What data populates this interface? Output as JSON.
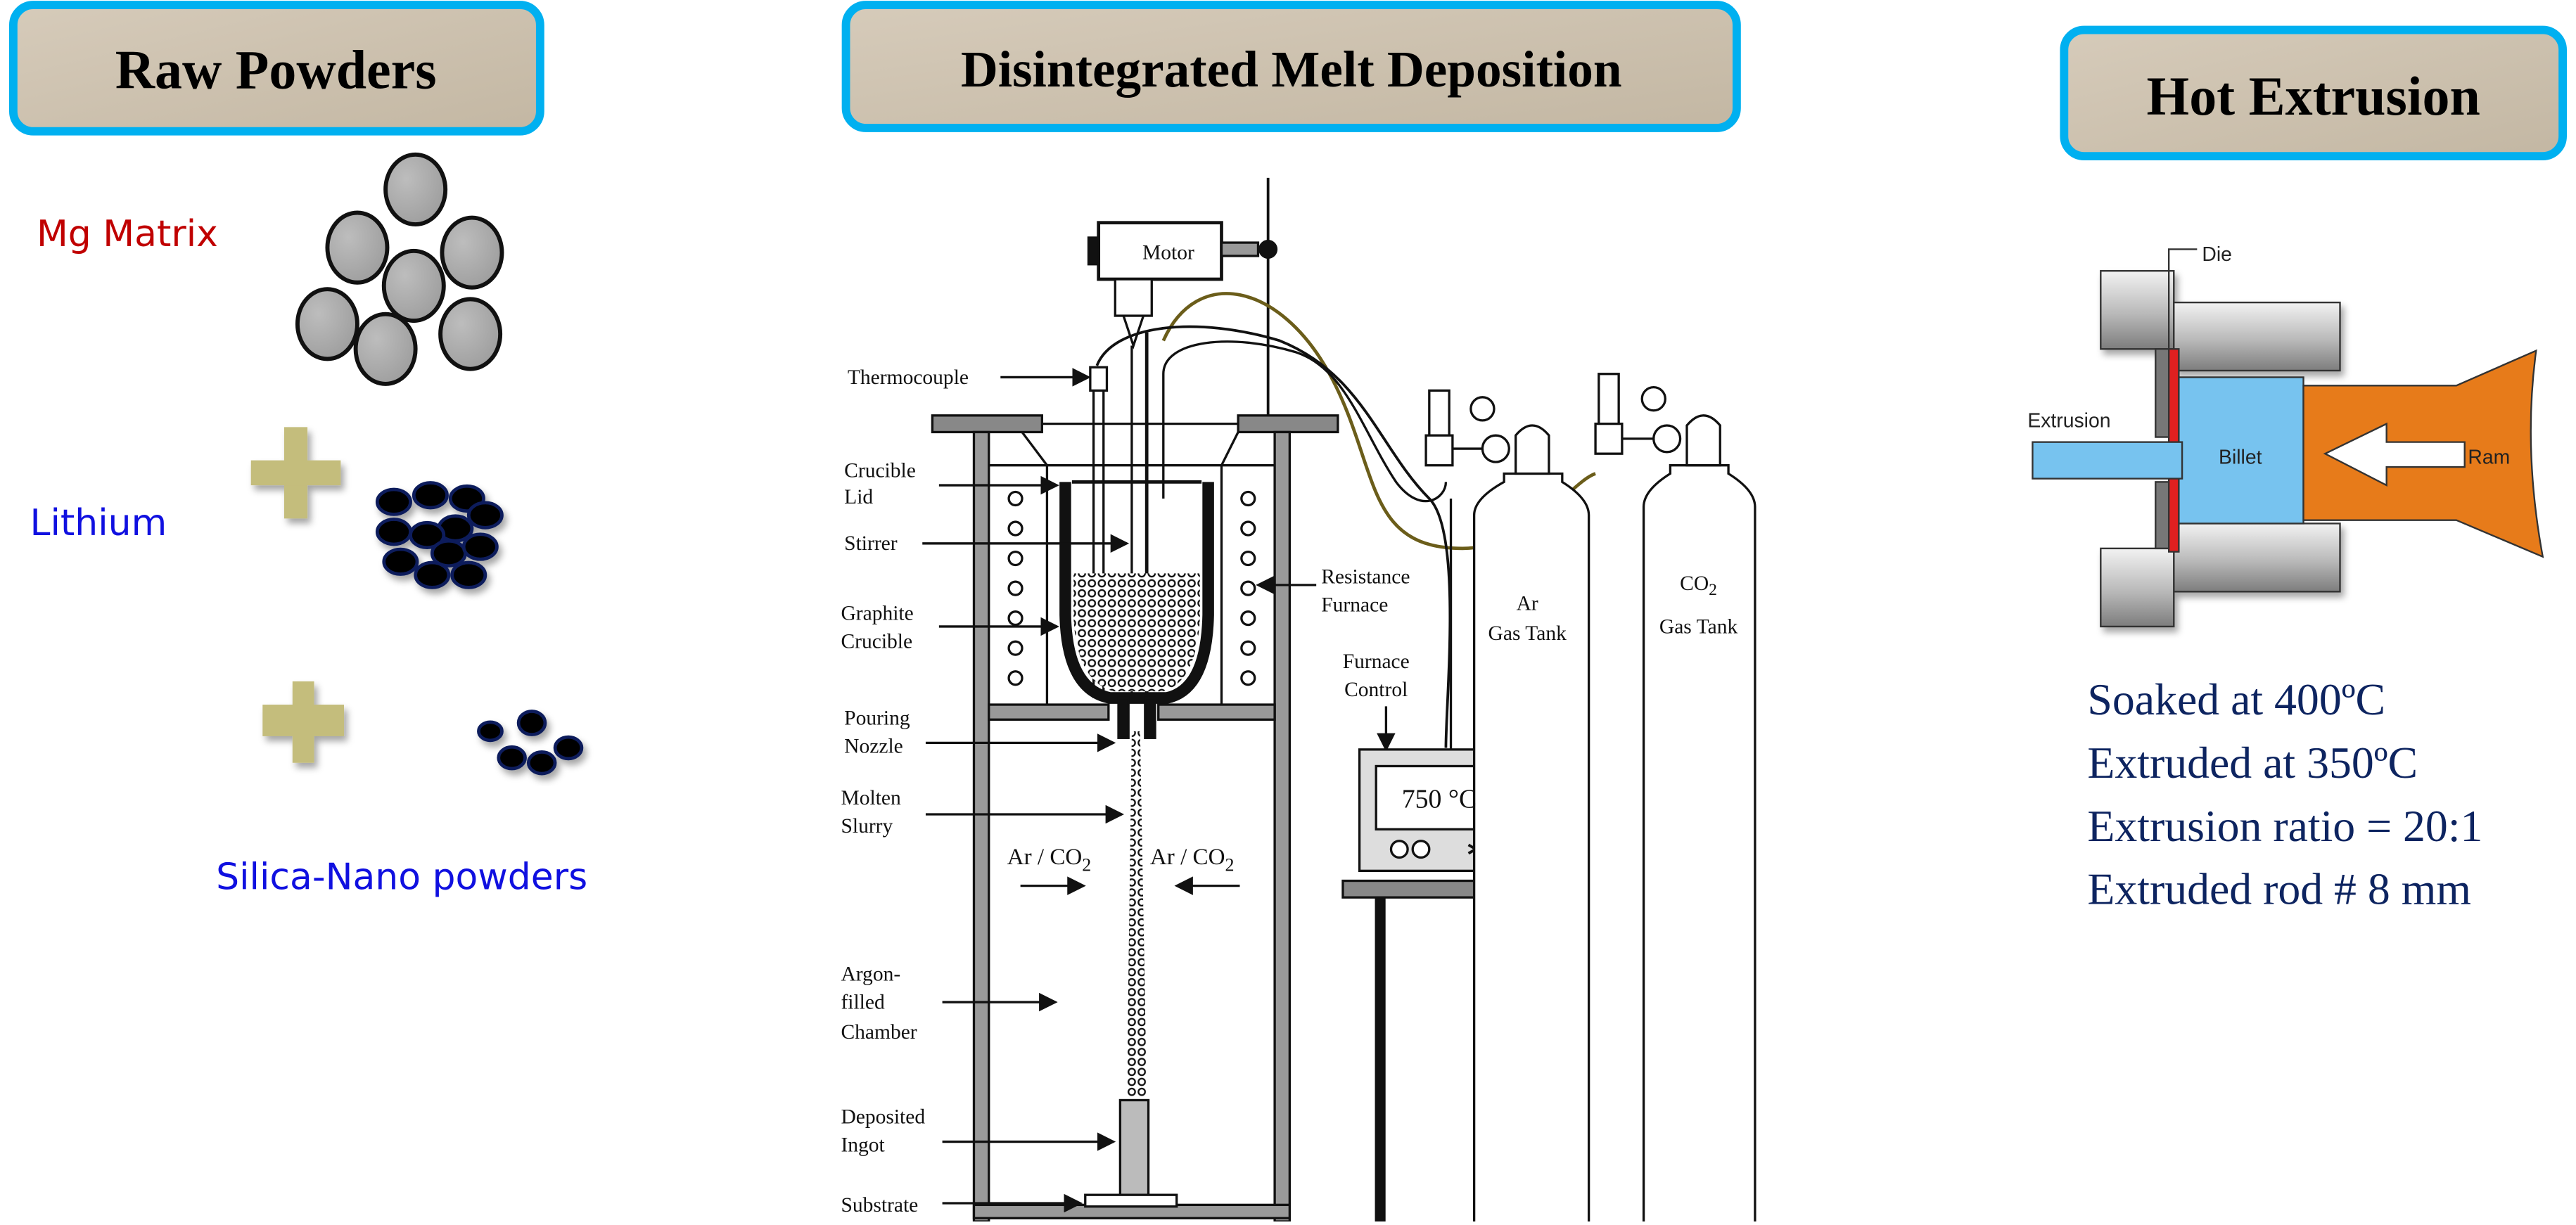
{
  "colors": {
    "header_border": "#00b0f0",
    "header_fill": "#cfc3b0",
    "mg_label": "#c00000",
    "blue_label": "#1010e0",
    "spec_text": "#0d2460",
    "plus": "#c4bd7c",
    "mg_particle": "#a9a9a9",
    "li_particle": "#000000",
    "billet": "#77c3ef",
    "ram": "#e77b1a",
    "die": "#e02020",
    "wire": "#6b5d1a"
  },
  "sections": {
    "raw_powders": {
      "title": "Raw Powders",
      "items": [
        {
          "label": "Mg Matrix",
          "particle": "large-grey"
        },
        {
          "label": "Lithium",
          "particle": "small-black"
        },
        {
          "label": "Silica-Nano powders",
          "particle": "nano-black"
        }
      ],
      "plus_symbol": "+"
    },
    "dmd": {
      "title": "Disintegrated Melt Deposition",
      "labels": {
        "motor": "Motor",
        "thermocouple": "Thermocouple",
        "crucible_lid": [
          "Crucible",
          "Lid"
        ],
        "stirrer": "Stirrer",
        "graphite_crucible": [
          "Graphite",
          "Crucible"
        ],
        "pouring_nozzle": [
          "Pouring",
          "Nozzle"
        ],
        "molten_slurry": [
          "Molten",
          "Slurry"
        ],
        "gas_left": "Ar / CO",
        "gas_right": "Ar / CO",
        "gas_subscript": "2",
        "argon_chamber": [
          "Argon-",
          "filled",
          "Chamber"
        ],
        "deposited_ingot": [
          "Deposited",
          "Ingot"
        ],
        "substrate": "Substrate",
        "resistance_furnace": [
          "Resistance",
          "Furnace"
        ],
        "furnace_control": [
          "Furnace",
          "Control"
        ],
        "display_temp": "750 °C",
        "ar_tank": [
          "Ar",
          "Gas Tank"
        ],
        "co2_tank": [
          "CO",
          "Gas Tank"
        ],
        "co2_subscript": "2"
      }
    },
    "hot_extrusion": {
      "title": "Hot Extrusion",
      "diagram_labels": {
        "die": "Die",
        "extrusion": "Extrusion",
        "billet": "Billet",
        "ram": "Ram"
      },
      "specs": [
        "Soaked at 400ºC",
        "Extruded at 350ºC",
        "Extrusion ratio = 20:1",
        "Extruded rod # 8 mm"
      ]
    }
  }
}
